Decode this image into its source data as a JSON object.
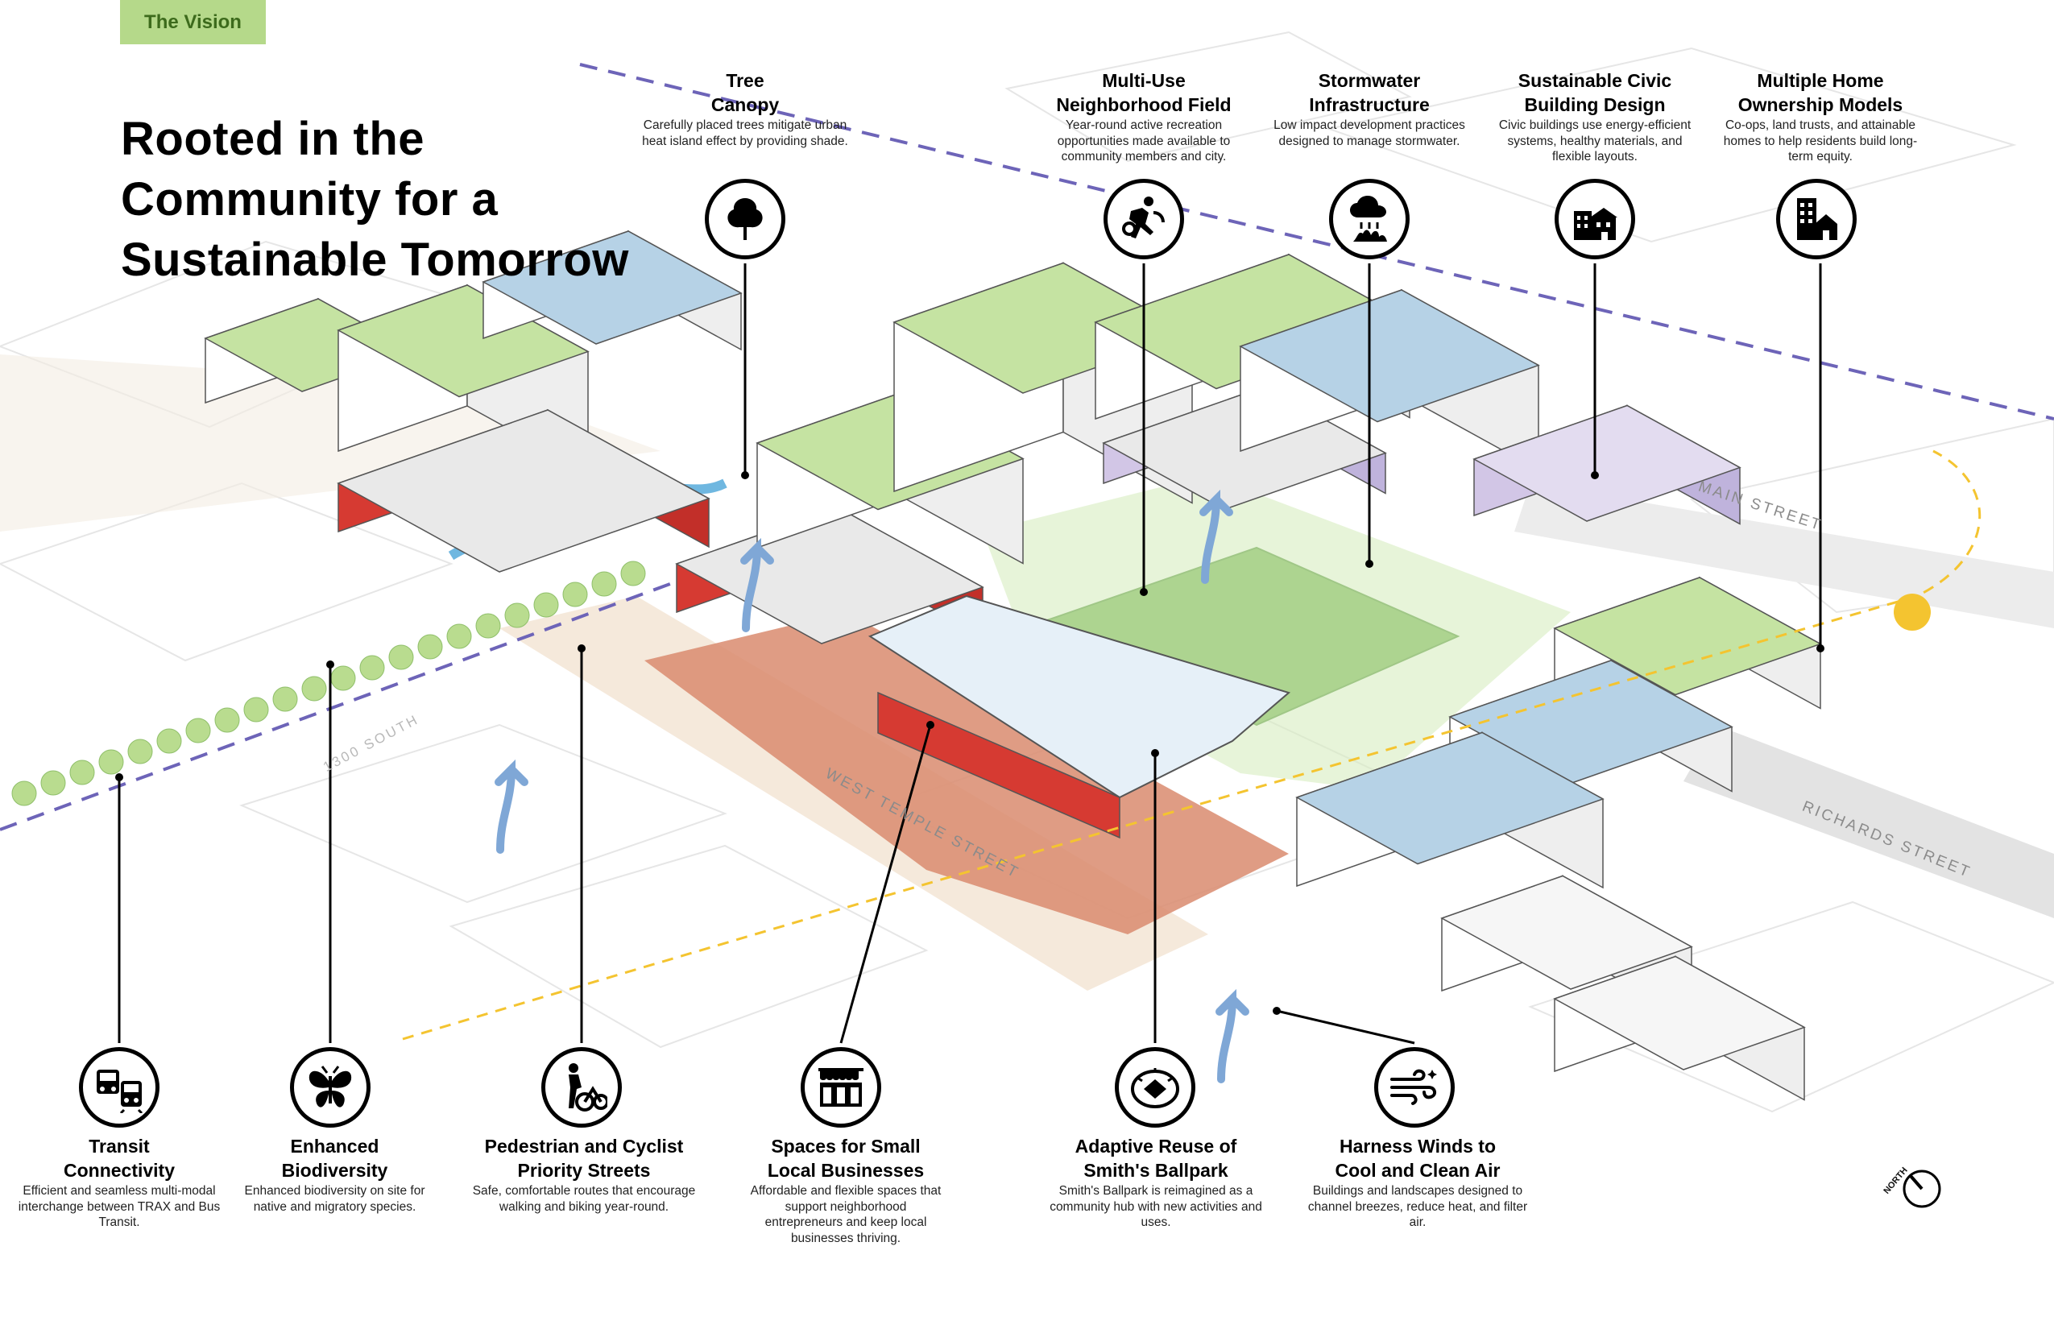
{
  "tab_label": "The Vision",
  "headline": {
    "line1": "Rooted in the",
    "line2": "Community for a",
    "line3": "Sustainable Tomorrow"
  },
  "top_callouts": [
    {
      "title": "Tree\nCanopy",
      "desc": "Carefully placed trees mitigate urban heat island effect by providing shade.",
      "icon": "tree-icon"
    },
    {
      "title": "Multi-Use\nNeighborhood Field",
      "desc": "Year-round active recreation opportunities made available to community members and city.",
      "icon": "athlete-icon"
    },
    {
      "title": "Stormwater\nInfrastructure",
      "desc": "Low impact development practices designed to manage stormwater.",
      "icon": "rain-cloud-icon"
    },
    {
      "title": "Sustainable Civic\nBuilding Design",
      "desc": "Civic buildings use energy-efficient systems, healthy materials, and flexible layouts.",
      "icon": "civic-buildings-icon"
    },
    {
      "title": "Multiple Home\nOwnership Models",
      "desc": "Co-ops, land trusts, and attainable homes to help residents build long-term equity.",
      "icon": "housing-icon"
    }
  ],
  "bottom_callouts": [
    {
      "title": "Transit\nConnectivity",
      "desc": "Efficient and seamless multi-modal interchange between TRAX and Bus Transit.",
      "icon": "transit-icon"
    },
    {
      "title": "Enhanced\nBiodiversity",
      "desc": "Enhanced biodiversity on site for native and migratory species.",
      "icon": "butterfly-icon"
    },
    {
      "title": "Pedestrian and Cyclist\nPriority Streets",
      "desc": "Safe, comfortable routes that encourage walking and biking year-round.",
      "icon": "pedestrian-bike-icon"
    },
    {
      "title": "Spaces for Small\nLocal Businesses",
      "desc": "Affordable and flexible spaces that support neighborhood entrepreneurs and keep local businesses thriving.",
      "icon": "market-stalls-icon"
    },
    {
      "title": "Adaptive Reuse of\nSmith's Ballpark",
      "desc": "Smith's Ballpark is reimagined as a community hub with new activities and uses.",
      "icon": "ballpark-icon"
    },
    {
      "title": "Harness Winds to\nCool and Clean Air",
      "desc": "Buildings and landscapes designed to channel breezes, reduce heat, and filter air.",
      "icon": "wind-icon"
    }
  ],
  "streets": {
    "main": "MAIN STREET",
    "west_temple": "WEST TEMPLE STREET",
    "richards": "RICHARDS STREET",
    "faint": "1300 SOUTH"
  },
  "north_label": "NORTH",
  "colors": {
    "tab_bg": "#b5d98a",
    "tab_text": "#3d6b1c",
    "roof_green": "#c5e3a2",
    "tree_green": "#b9dc8f",
    "field_green": "#6fb04a",
    "podium_red": "#d63a32",
    "plaza_terracotta": "#d98b6e",
    "solar_blue": "#b6d2e6",
    "civic_purple": "#d2c6e6",
    "transit_dash": "#6d64b8",
    "wind_blue": "#7fa7d6",
    "sun_yellow": "#f4c430",
    "water_blue": "#6fb7e0"
  }
}
